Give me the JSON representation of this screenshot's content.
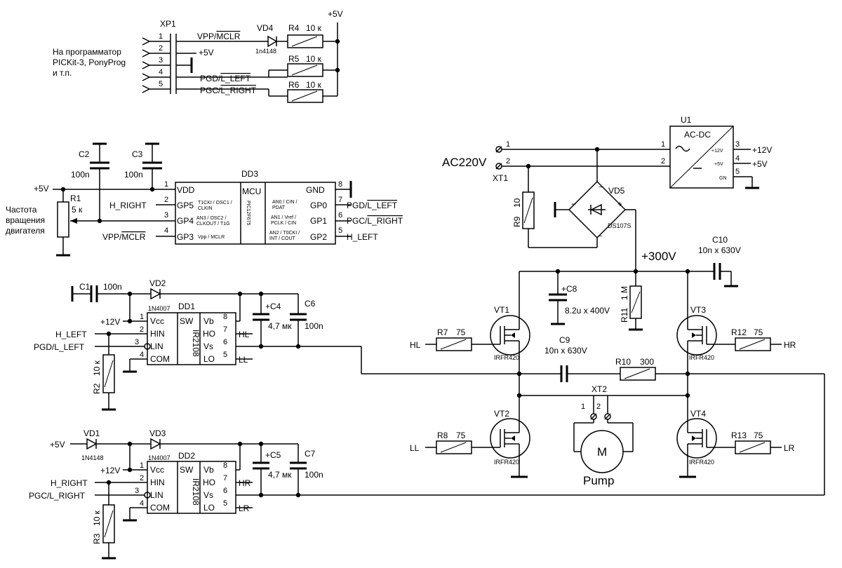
{
  "programmer": {
    "ref": "XP1",
    "note_lines": [
      "На программатор",
      "PICKit-3, PonyProg",
      "и т.п."
    ],
    "pins": [
      "1",
      "2",
      "3",
      "4",
      "5"
    ],
    "sig1": "VPP/",
    "sig1_ol": "MCLR",
    "sig2": "+5V",
    "sig4": "PGD/",
    "sig4_ol": "L_LEFT",
    "sig5": "PGC/",
    "sig5_ol": "L_RIGHT",
    "vd4": "VD4",
    "vd4_type": "1n4148",
    "r4": "R4",
    "r4_val": "10 к",
    "r5": "R5",
    "r5_val": "10 к",
    "r6": "R6",
    "r6_val": "10 к",
    "vcc": "+5V"
  },
  "mcu": {
    "ref": "DD3",
    "part": "PIC12F675",
    "mid_label": "MCU",
    "c2": "C2",
    "c2_val": "100n",
    "c3": "C3",
    "c3_val": "100n",
    "r1": "R1",
    "r1_val": "5 к",
    "pot_note": [
      "Частота",
      "вращения",
      "двигателя"
    ],
    "vcc": "+5V",
    "left_pins": [
      {
        "num": "1",
        "name": "VDD",
        "alt": ""
      },
      {
        "num": "2",
        "name": "GP5",
        "alt": "T1CKI / OSC1 /",
        "alt2": "CLKIN"
      },
      {
        "num": "3",
        "name": "GP4",
        "alt": "AN3 / OSC2 /",
        "alt2": "CLKOUT / T1G"
      },
      {
        "num": "4",
        "name": "GP3",
        "alt": "Vpp / MCLR"
      }
    ],
    "right_pins": [
      {
        "num": "8",
        "name": "GND",
        "alt": ""
      },
      {
        "num": "7",
        "name": "GP0",
        "alt": "AN0 / CIN /",
        "alt2": "PDAT"
      },
      {
        "num": "6",
        "name": "GP1",
        "alt": "AN1 / Vref /",
        "alt2": "PCLK / CIN"
      },
      {
        "num": "5",
        "name": "GP2",
        "alt": "AN2 / T0CKI /",
        "alt2": "INT / COUT"
      }
    ],
    "net_gp5": "H_RIGHT",
    "net_gp3": "VPP/",
    "net_gp3_ol": "MCLR",
    "net_gp0": "PGD/",
    "net_gp0_ol": "L_LEFT",
    "net_gp1": "PGC/",
    "net_gp1_ol": "L_RIGHT",
    "net_gp2": "H_LEFT"
  },
  "driver1": {
    "ref": "DD1",
    "part": "IR2108",
    "sw": "SW",
    "c1": "C1",
    "c1_val": "100n",
    "vd2": "VD2",
    "vd2_type": "1N4007",
    "c4": "C4",
    "c4_val": "4,7 мк",
    "c6": "C6",
    "c6_val": "100n",
    "r2": "R2",
    "r2_val": "10 к",
    "vcc": "+12V",
    "in_h": "H_LEFT",
    "in_l": "PGD/L_LEFT",
    "out_h": "HL",
    "out_l": "LL",
    "pins_l": [
      {
        "num": "1",
        "name": "Vcc"
      },
      {
        "num": "2",
        "name": "HIN"
      },
      {
        "num": "3",
        "name": "LIN"
      },
      {
        "num": "4",
        "name": "COM"
      }
    ],
    "pins_r": [
      {
        "num": "8",
        "name": "Vb"
      },
      {
        "num": "7",
        "name": "HO"
      },
      {
        "num": "6",
        "name": "Vs"
      },
      {
        "num": "5",
        "name": "LO"
      }
    ]
  },
  "driver2": {
    "ref": "DD2",
    "part": "IR2108",
    "sw": "SW",
    "vd1": "VD1",
    "vd1_type": "1N4148",
    "vd3": "VD3",
    "vd3_type": "1N4007",
    "c5": "C5",
    "c5_val": "4,7 мк",
    "c7": "C7",
    "c7_val": "100n",
    "r3": "R3",
    "r3_val": "10 к",
    "vcc5": "+5V",
    "vcc": "+12V",
    "in_h": "H_RIGHT",
    "in_l": "PGC/L_RIGHT",
    "out_h": "HR",
    "out_l": "LR",
    "pins_l": [
      {
        "num": "1",
        "name": "Vcc"
      },
      {
        "num": "2",
        "name": "HIN"
      },
      {
        "num": "3",
        "name": "LIN"
      },
      {
        "num": "4",
        "name": "COM"
      }
    ],
    "pins_r": [
      {
        "num": "8",
        "name": "Vb"
      },
      {
        "num": "7",
        "name": "HO"
      },
      {
        "num": "6",
        "name": "Vs"
      },
      {
        "num": "5",
        "name": "LO"
      }
    ]
  },
  "power": {
    "ac_label": "AC220V",
    "xt1": "XT1",
    "xt1_pins": [
      "1",
      "2"
    ],
    "u1": "U1",
    "u1_part": "AC-DC",
    "u1_pins": [
      "1",
      "2",
      "3",
      "4",
      "5"
    ],
    "u1_out": [
      "+12V",
      "+5V",
      "GN"
    ],
    "u1_nets": [
      "+12V",
      "+5V"
    ],
    "vd5": "VD5",
    "vd5_type": "DS107S",
    "r9": "R9",
    "r9_val": "10",
    "hv": "+300V",
    "c10": "C10",
    "c10_val": "10n x 630V",
    "c8": "C8",
    "c8_val": "8.2u x 400V",
    "r11": "R11",
    "r11_val": "1 М"
  },
  "bridge": {
    "vt1": "VT1",
    "vt2": "VT2",
    "vt3": "VT3",
    "vt4": "VT4",
    "mosfet": "IRFR420",
    "r7": "R7",
    "r7_val": "75",
    "r8": "R8",
    "r8_val": "75",
    "r12": "R12",
    "r12_val": "75",
    "r13": "R13",
    "r13_val": "75",
    "hl": "HL",
    "ll": "LL",
    "hr": "HR",
    "lr": "LR",
    "c9": "C9",
    "c9_val": "10n x 630V",
    "r10": "R10",
    "r10_val": "300",
    "xt2": "XT2",
    "xt2_pins": [
      "1",
      "2"
    ],
    "motor": "M",
    "motor_label": "Pump"
  }
}
